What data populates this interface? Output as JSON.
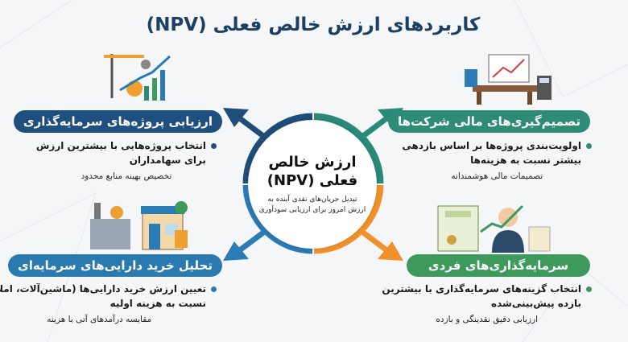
{
  "title": "کاربردهای ارزش خالص فعلی (NPV)",
  "center": {
    "heading_line1": "ارزش خالص",
    "heading_line2": "فعلی (NPV)",
    "description_line1": "تبدیل جریان‌های نقدی آینده به",
    "description_line2": "ارزش امروز برای ارزیابی سودآوری"
  },
  "colors": {
    "dark_blue": "#1f4e79",
    "teal": "#2a8a78",
    "blue": "#2b7bb5",
    "orange": "#f0922b",
    "green": "#3d9a5c"
  },
  "sections": {
    "top_left": {
      "label": "ارزیابی پروژه‌های سرمایه‌گذاری",
      "bullet_line1": "انتخاب پروژه‌هایی با بیشترین ارزش",
      "bullet_line2": "برای سهامداران",
      "note": "تخصیص بهینه منابع محدود",
      "icon": "construction-growth-icon"
    },
    "top_right": {
      "label": "تصمیم‌گیری‌های مالی شرکت‌ها",
      "bullet_line1": "اولویت‌بندی پروژه‌ها بر اساس بازدهی",
      "bullet_line2": "بیشتر نسبت به هزینه‌ها",
      "note": "تصمیمات مالی هوشمندانه",
      "icon": "office-desk-calculator-icon"
    },
    "bottom_left": {
      "label": "تحلیل خرید دارایی‌های سرمایه‌ای",
      "bullet_line1": "تعیین ارزش خرید دارایی‌ها (ماشین‌آلات، املاک)",
      "bullet_line2": "نسبت به هزینه اولیه",
      "note": "مقایسه درآمدهای آتی با هزینه",
      "icon": "factory-store-icon"
    },
    "bottom_right": {
      "label": "سرمایه‌گذاری‌های فردی",
      "bullet_line1": "انتخاب گزینه‌های سرمایه‌گذاری با بیشترین",
      "bullet_line2": "بازده پیش‌بینی‌شده",
      "note": "ارزیابی دقیق نقدینگی و بازده",
      "icon": "investor-stock-certificate-icon"
    }
  }
}
